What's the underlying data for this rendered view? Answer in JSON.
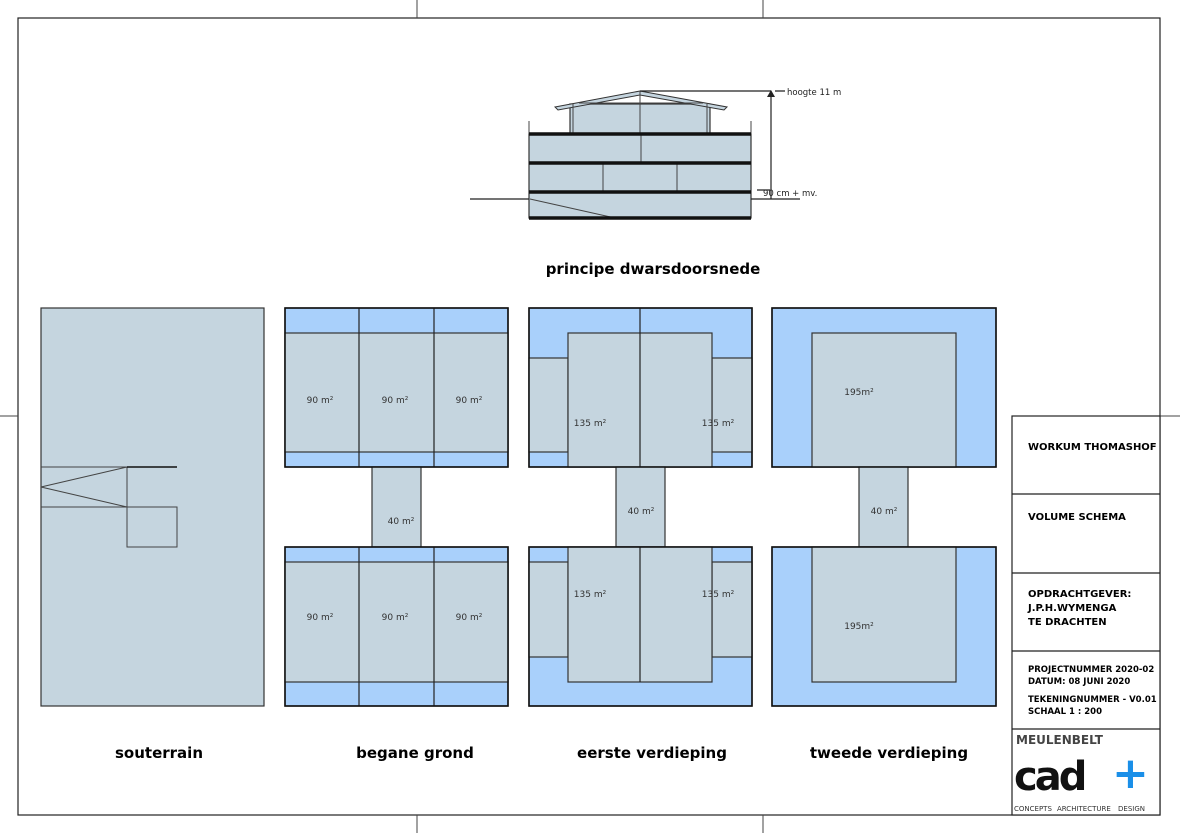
{
  "section": {
    "title": "principe dwarsdoorsnede",
    "height_label": "hoogte 11 m",
    "level_label": "90 cm + mv."
  },
  "plans": [
    {
      "title": "souterrain"
    },
    {
      "title": "begane grond",
      "areas": [
        "90 m²",
        "90 m²",
        "90 m²",
        "40 m²",
        "90 m²",
        "90 m²",
        "90 m²"
      ]
    },
    {
      "title": "eerste verdieping",
      "areas": [
        "135 m²",
        "135 m²",
        "40 m²",
        "135 m²",
        "135 m²"
      ]
    },
    {
      "title": "tweede verdieping",
      "areas": [
        "195m²",
        "40 m²",
        "195m²"
      ]
    }
  ],
  "title_block": {
    "project": "WORKUM THOMASHOF",
    "drawing": "VOLUME SCHEMA",
    "client_lines": [
      "OPDRACHTGEVER:",
      "J.P.H.WYMENGA",
      "TE DRACHTEN"
    ],
    "meta_lines": [
      "PROJECTNUMMER 2020-02",
      "DATUM: 08 JUNI 2020",
      "TEKENINGNUMMER - V0.01",
      "SCHAAL 1 : 200"
    ],
    "logo": {
      "brand": "MEULENBELT",
      "mark": "cad",
      "plus": "+",
      "tagline": [
        "CONCEPTS",
        "ARCHITECTURE",
        "DESIGN"
      ]
    }
  },
  "colors": {
    "volume": "#c5d5df",
    "outdoor": "#a9d0fb",
    "logo_accent": "#1a8fe8"
  }
}
